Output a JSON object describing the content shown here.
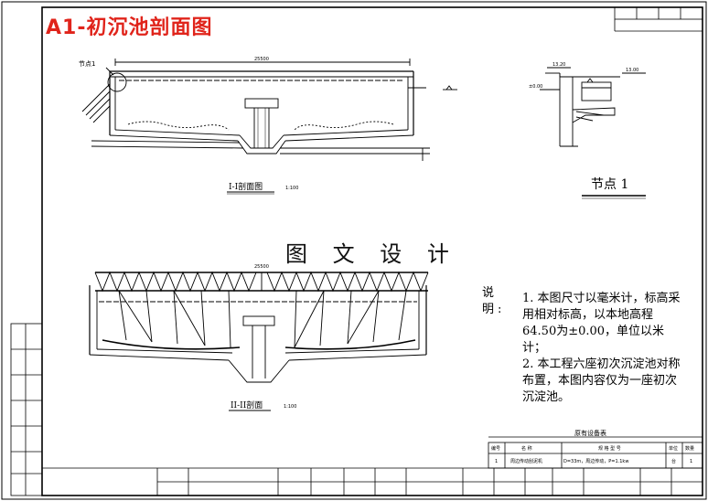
{
  "drawing": {
    "title": "A1-初沉池剖面图",
    "watermark": "图 文 设 计"
  },
  "section1": {
    "caption": "I-I剖面图",
    "scale": "1:100",
    "node_label": "节点1",
    "dim_top": "25500"
  },
  "section2": {
    "caption": "II-II剖面",
    "scale": "1:100",
    "dim_top": "25500"
  },
  "node1": {
    "caption": "节点 1",
    "elev_a": "13.20",
    "elev_b": "13.00",
    "elev_zero": "±0.00"
  },
  "notes": {
    "heading": "说 明:",
    "items": [
      "1. 本图尺寸以毫米计，标高采用相对标高，以本地高程64.50为±0.00，单位以米计；",
      "2. 本工程六座初次沉淀池对称布置，本图内容仅为一座初次沉淀池。"
    ]
  },
  "equipment_table": {
    "title": "原有设备表",
    "headers": [
      "编号",
      "名 称",
      "规 格 型 号",
      "单位",
      "数量"
    ],
    "rows": [
      [
        "1",
        "周边传动刮泥机",
        "D=33m，周边传动，P=1.1kw",
        "台",
        "1"
      ]
    ]
  }
}
